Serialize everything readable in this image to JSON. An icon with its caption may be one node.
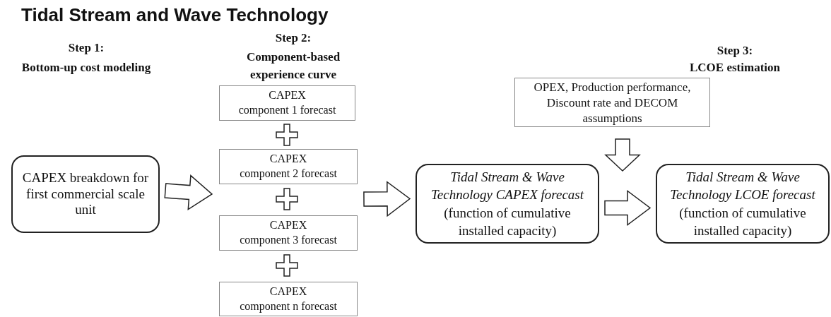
{
  "diagram": {
    "title": "Tidal Stream and Wave Technology",
    "nodes": [
      {
        "text": [
          "CAPEX breakdown for first commercial scale unit"
        ]
      },
      {
        "text": [
          "CAPEX",
          "component 1 forecast"
        ]
      },
      {
        "text": [
          "CAPEX",
          "component 2 forecast"
        ]
      },
      {
        "text": [
          "CAPEX",
          "component 3 forecast"
        ]
      },
      {
        "text": [
          "CAPEX",
          "component n forecast"
        ]
      },
      {
        "text": [
          "Tidal Stream & Wave Technology CAPEX forecast",
          "(function of cumulative installed capacity)"
        ]
      },
      {
        "text": [
          "OPEX, Production performance, Discount rate and DECOM assumptions"
        ]
      },
      {
        "text": [
          "Tidal Stream & Wave Technology LCOE forecast",
          "(function of cumulative installed capacity)"
        ]
      }
    ],
    "edges": [
      {
        "from": 0,
        "to": null,
        "arrow": "to"
      },
      {
        "from": null,
        "to": 5,
        "arrow": "to"
      },
      {
        "from": 5,
        "to": 7,
        "arrow": "to"
      },
      {
        "from": 6,
        "to": null,
        "arrow": "to"
      }
    ],
    "labels": [
      "Step 1:",
      "Bottom-up cost modeling",
      "Step 2:",
      "Component-based experience curve",
      "Step 3:",
      "LCOE estimation"
    ]
  }
}
